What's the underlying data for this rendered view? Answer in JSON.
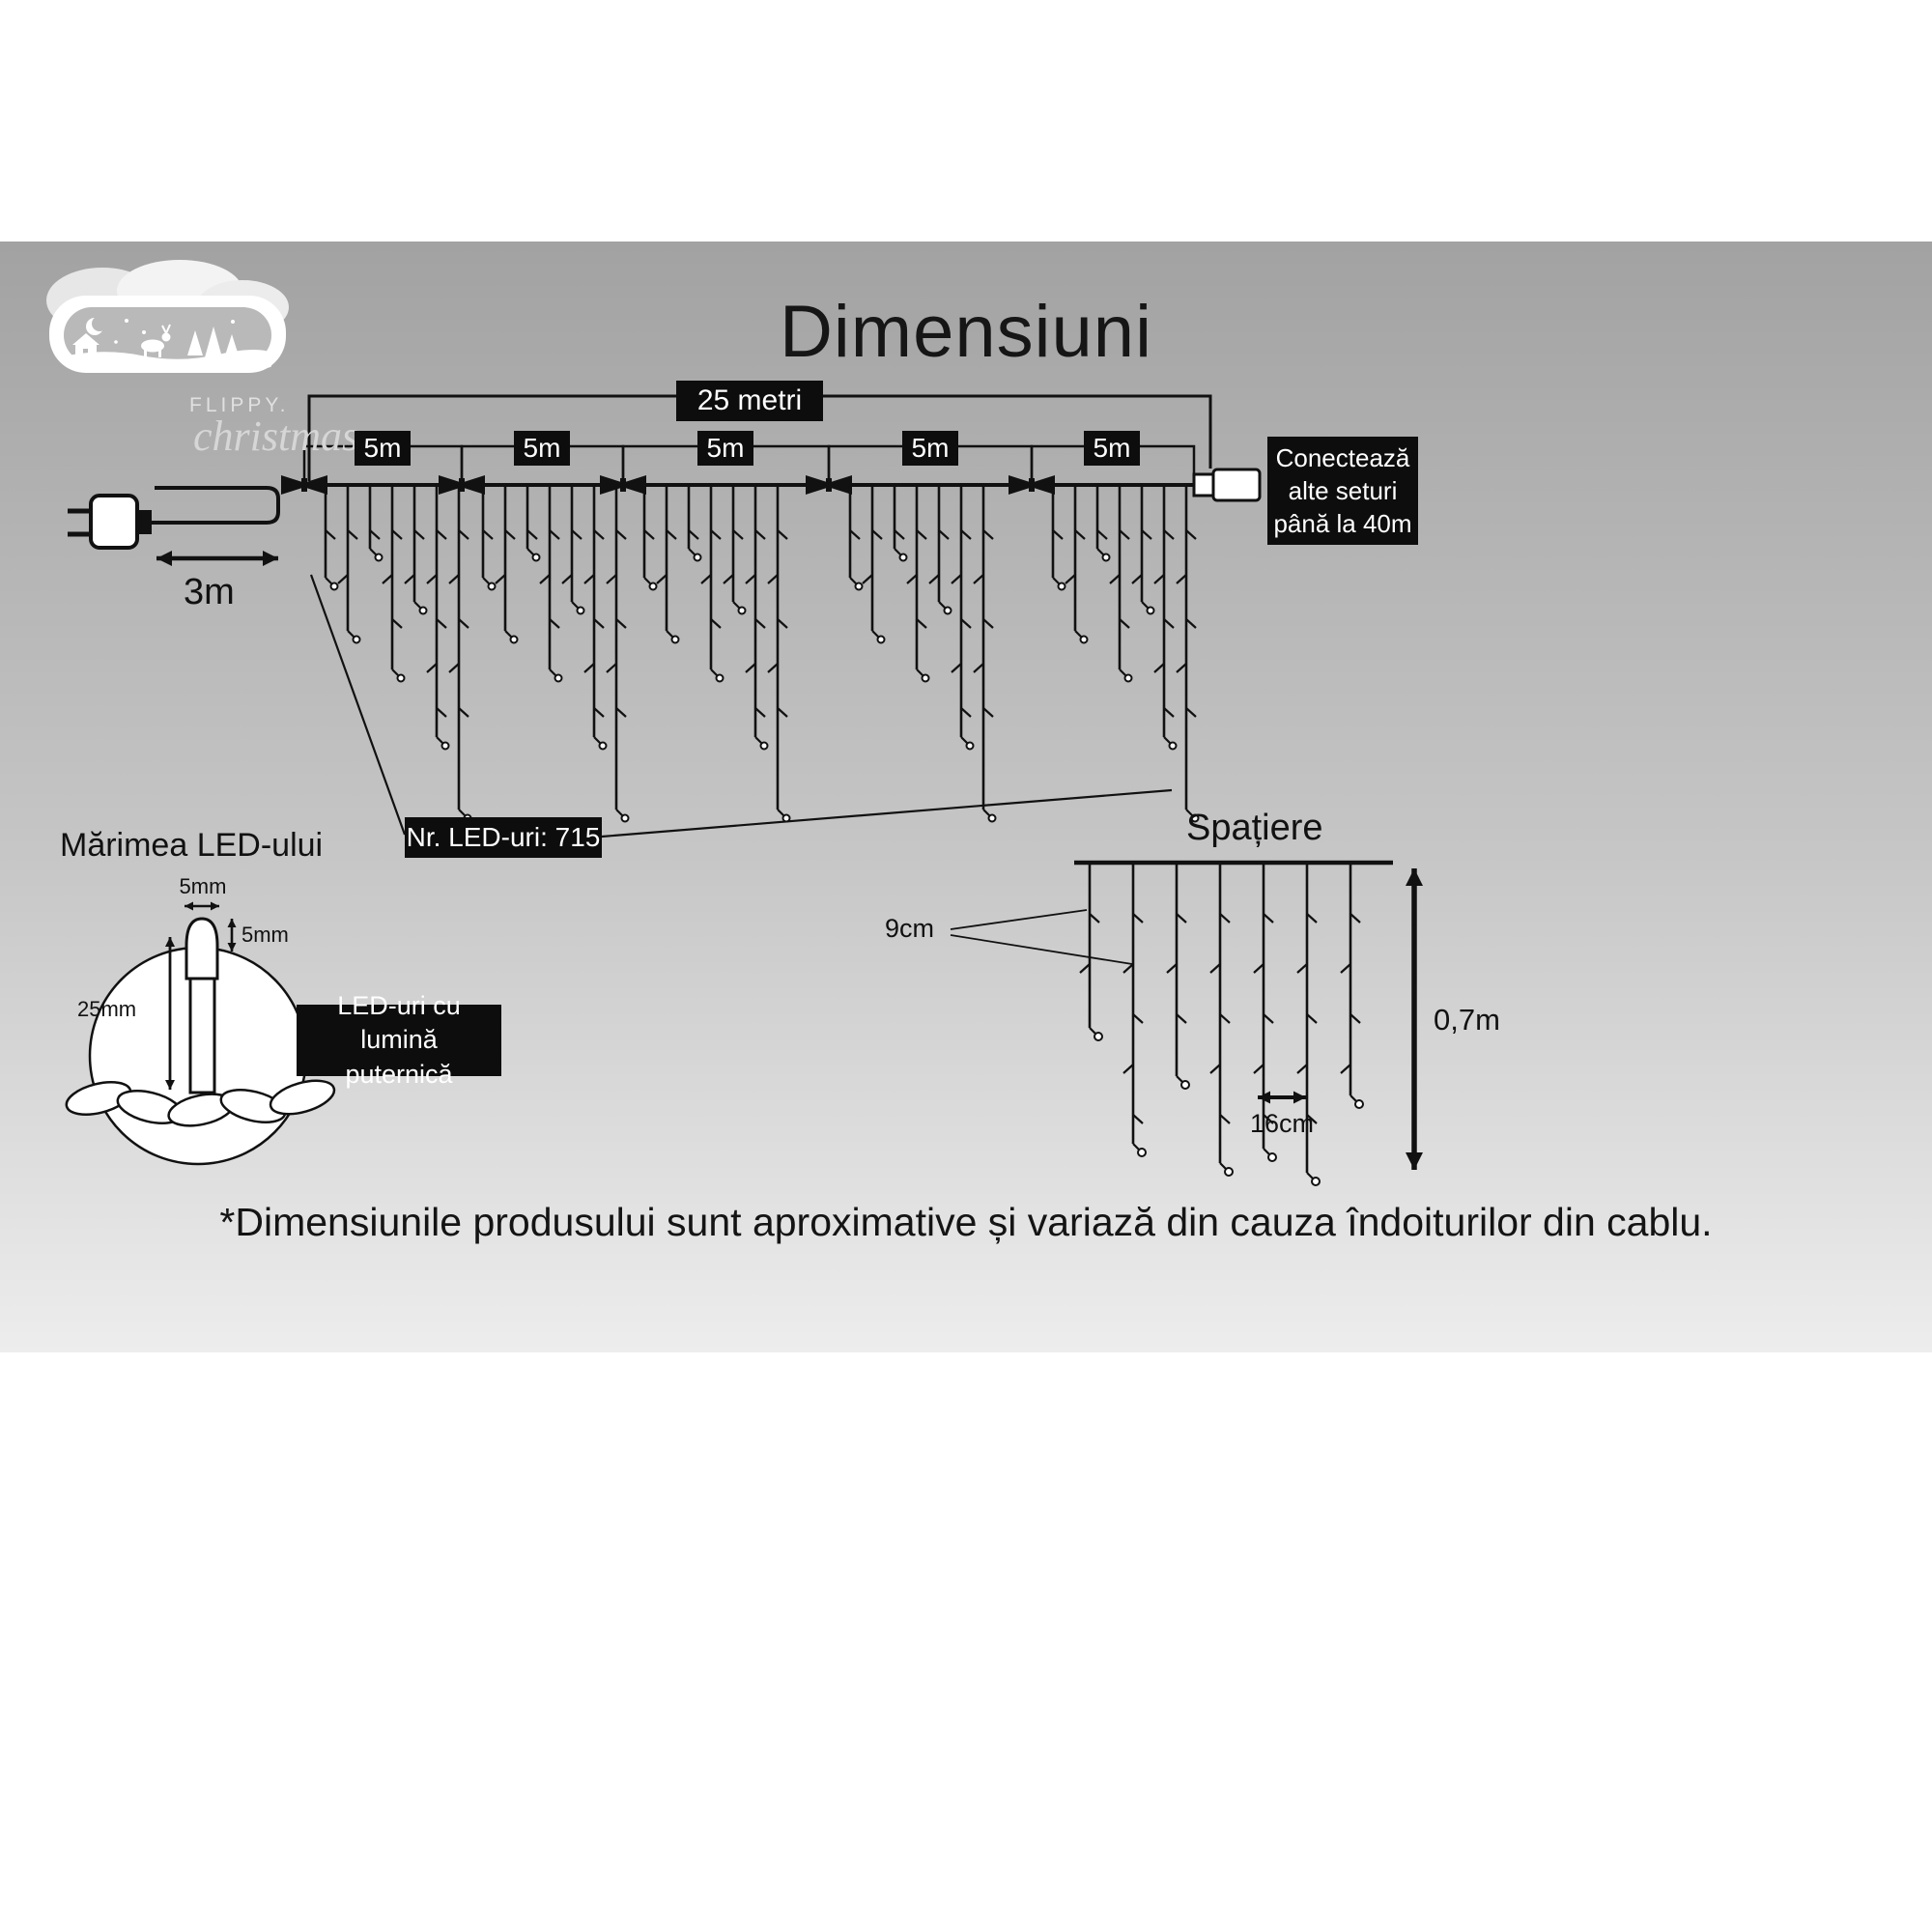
{
  "title": "Dimensiuni",
  "logo": {
    "brand": "FLIPPY.",
    "sub": "christmas"
  },
  "main_diagram": {
    "total_length_label": "25 metri",
    "segment_labels": [
      "5m",
      "5m",
      "5m",
      "5m",
      "5m"
    ],
    "lead_length_label": "3m",
    "connect_note": {
      "line1": "Conectează",
      "line2": "alte seturi",
      "line3": "până la 40m"
    },
    "led_count_label": "Nr. LED-uri: 715"
  },
  "led_size": {
    "heading": "Mărimea LED-ului",
    "bulb_width_label": "5mm",
    "bulb_height_label": "5mm",
    "bulb_length_label": "25mm",
    "note": {
      "line1": "LED-uri cu lumină",
      "line2": "puternică"
    }
  },
  "spacing": {
    "heading": "Spațiere",
    "led_gap_label": "9cm",
    "drop_gap_label": "16cm",
    "curtain_height_label": "0,7m"
  },
  "footnote": "*Dimensiunile produsului sunt aproximative și variază din cauza îndoiturilor din cablu.",
  "colors": {
    "label_bg": "#0d0d0d",
    "label_text": "#ffffff",
    "line": "#111111",
    "band_top": "#a2a2a2",
    "band_bottom": "#ededed"
  }
}
